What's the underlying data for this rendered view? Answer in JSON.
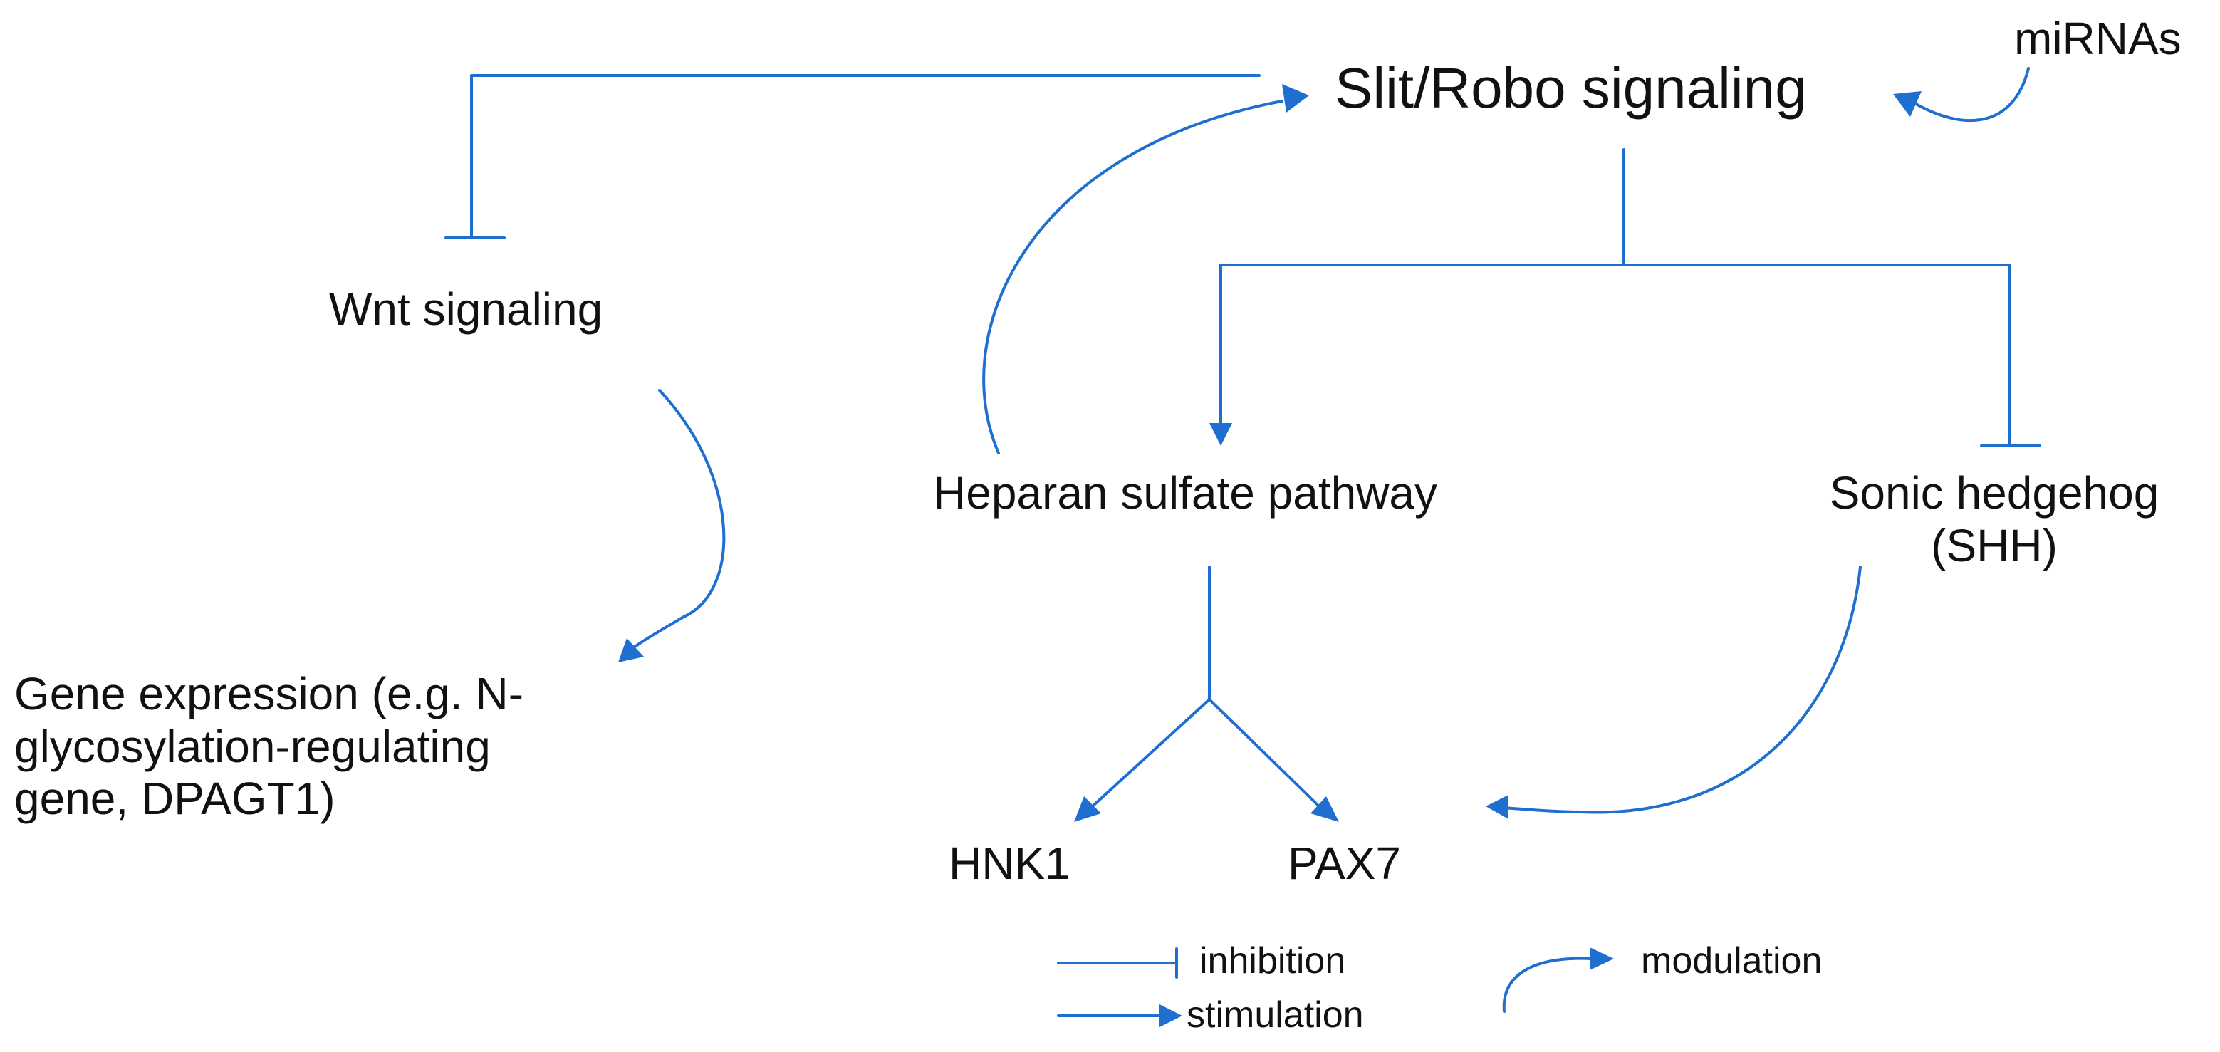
{
  "nodes": {
    "slit_robo": "Slit/Robo signaling",
    "mirnas": "miRNAs",
    "wnt": "Wnt signaling",
    "gene_expression": "Gene expression (e.g. N-glycosylation-regulating gene, DPAGT1)",
    "gene_expression_lines": [
      "Gene expression (e.g. N-",
      "glycosylation-regulating",
      "gene, DPAGT1)"
    ],
    "heparan": "Heparan sulfate pathway",
    "shh_lines": [
      "Sonic hedgehog",
      "(SHH)"
    ],
    "hnk1": "HNK1",
    "pax7": "PAX7"
  },
  "legend": {
    "inhibition": "inhibition",
    "stimulation": "stimulation",
    "modulation": "modulation"
  },
  "colors": {
    "arrow": "#1f6fd1",
    "text": "#111111",
    "background": "#ffffff"
  }
}
